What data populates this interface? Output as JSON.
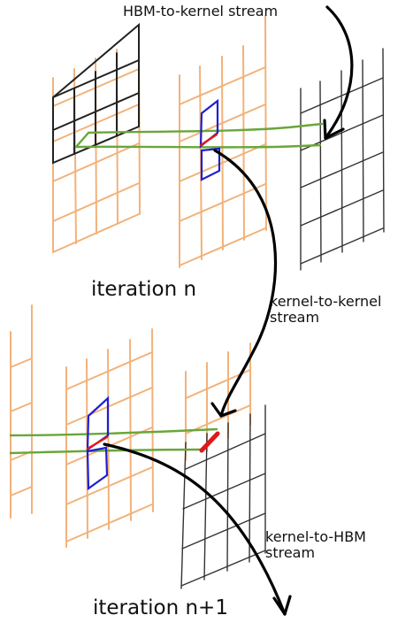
{
  "labels": {
    "hbm_to_kernel": "HBM-to-kernel stream",
    "iteration_n": "iteration n",
    "kernel_to_kernel_line1": "kernel-to-kernel",
    "kernel_to_kernel_line2": "stream",
    "kernel_to_hbm_line1": "kernel-to-HBM",
    "kernel_to_hbm_line2": "stream",
    "iteration_n1": "iteration n+1"
  },
  "colors": {
    "grid_orange": "#f2b27a",
    "grid_black": "#222222",
    "grid_gray": "#333333",
    "stream_green": "#6aa63a",
    "stencil_blue": "#1f1fd0",
    "highlight_red": "#e01818",
    "arrow": "#000000"
  }
}
